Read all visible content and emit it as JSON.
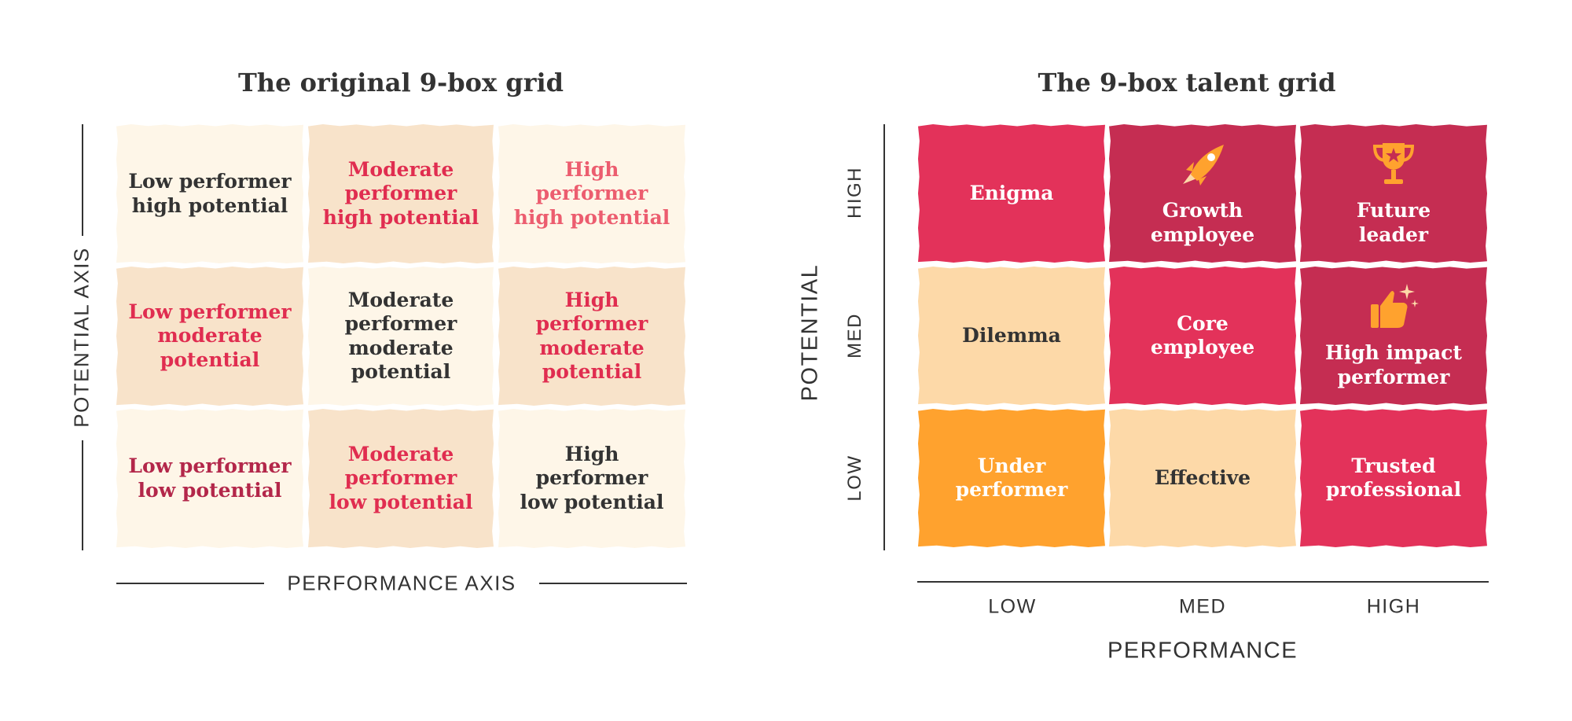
{
  "left_panel": {
    "title": "The original 9-box grid",
    "y_axis_label": "POTENTIAL AXIS",
    "x_axis_label": "PERFORMANCE AXIS",
    "cells": [
      {
        "text": "Low performer\nhigh potential",
        "text_color": "#333333",
        "bg": "#fef6e8"
      },
      {
        "text": "Moderate\nperformer\nhigh potential",
        "text_color": "#e02d50",
        "bg": "#f8e3ca"
      },
      {
        "text": "High performer\nhigh potential",
        "text_color": "#ec5d6f",
        "bg": "#fef6e8"
      },
      {
        "text": "Low performer\nmoderate\npotential",
        "text_color": "#e02d50",
        "bg": "#f8e3ca"
      },
      {
        "text": "Moderate\nperformer\nmoderate\npotential",
        "text_color": "#333333",
        "bg": "#fef6e8"
      },
      {
        "text": "High performer\nmoderate\npotential",
        "text_color": "#e02d50",
        "bg": "#f8e3ca"
      },
      {
        "text": "Low performer\nlow potential",
        "text_color": "#b3274a",
        "bg": "#fef6e8"
      },
      {
        "text": "Moderate\nperformer\nlow potential",
        "text_color": "#e02d50",
        "bg": "#f8e3ca"
      },
      {
        "text": "High performer\nlow potential",
        "text_color": "#333333",
        "bg": "#fef6e8"
      }
    ]
  },
  "right_panel": {
    "title": "The 9-box talent grid",
    "y_axis_label": "POTENTIAL",
    "x_axis_label": "PERFORMANCE",
    "row_labels": [
      "HIGH",
      "MED",
      "LOW"
    ],
    "column_labels": [
      "LOW",
      "MED",
      "HIGH"
    ],
    "cells": [
      {
        "text": "Enigma",
        "bg": "#e3325a",
        "text_color": "#ffffff",
        "icon": null
      },
      {
        "text": "Growth\nemployee",
        "bg": "#c52d52",
        "text_color": "#ffffff",
        "icon": "rocket-icon"
      },
      {
        "text": "Future\nleader",
        "bg": "#c52d52",
        "text_color": "#ffffff",
        "icon": "trophy-icon"
      },
      {
        "text": "Dilemma",
        "bg": "#fdd9a8",
        "text_color": "#333333",
        "icon": null
      },
      {
        "text": "Core\nemployee",
        "bg": "#e3325a",
        "text_color": "#ffffff",
        "icon": null
      },
      {
        "text": "High impact\nperformer",
        "bg": "#c52d52",
        "text_color": "#ffffff",
        "icon": "thumbs-up-sparkle-icon"
      },
      {
        "text": "Under\nperformer",
        "bg": "#ffa22e",
        "text_color": "#ffffff",
        "icon": null
      },
      {
        "text": "Effective",
        "bg": "#fdd9a8",
        "text_color": "#333333",
        "icon": null
      },
      {
        "text": "Trusted\nprofessional",
        "bg": "#e3325a",
        "text_color": "#ffffff",
        "icon": null
      }
    ]
  },
  "colors": {
    "text_dark": "#333333",
    "icon_orange": "#ffa22e",
    "icon_light": "#fdd9a8"
  }
}
